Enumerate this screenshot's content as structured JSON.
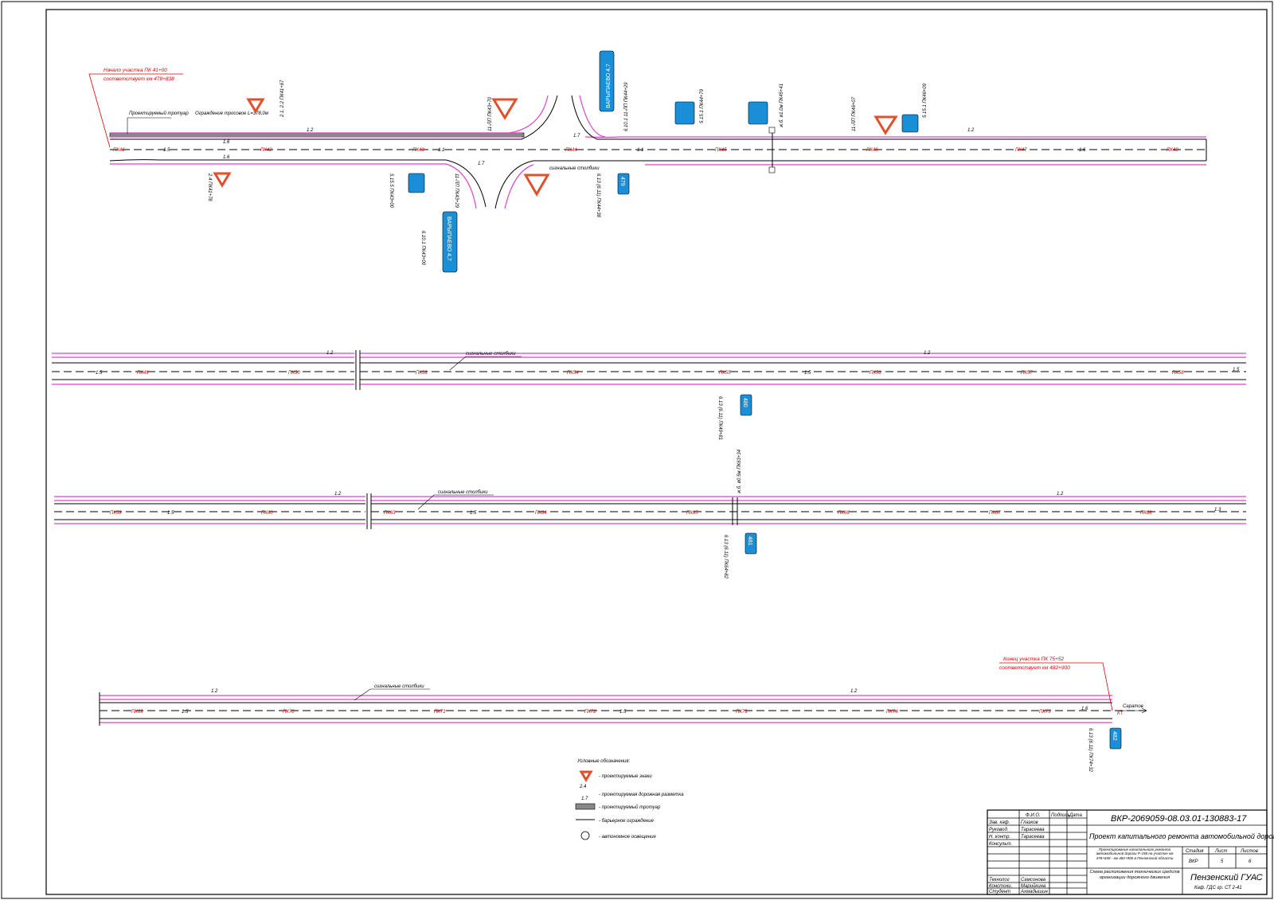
{
  "start_note": {
    "line1": "Начало участка ПК 41+00",
    "line2": "соответствует км 478+838"
  },
  "end_note": {
    "line1": "Конец участка ПК 75+52",
    "line2": "соответствует км 482+900"
  },
  "labels": {
    "sidewalk": "Проектируемый тротуар",
    "barrier_len": "Ограждение тросовое L=378,0м",
    "signal_posts": "сигнальные столбики",
    "direction": "Саратов",
    "kt": "КТ",
    "village": "ВАРЫПАЕВО 4,7",
    "sign_note_1": "2.1, 2.2 ПК41+67",
    "sign_note_2": "11-ЛП ПК43+70",
    "sign_note_3": "6.10.1 11-ЛП ПК44+29",
    "sign_note_4": "5.15.1 ПК44+79",
    "sign_note_5": "ж.б. ø1.0м ПК45+41",
    "sign_note_6": "11-ЛП ПК46+07",
    "sign_note_7": "5.15.1 ПК46+09",
    "sign_note_8": "2.4 ПК41+78",
    "sign_note_9": "5.15.5 ПК43+00",
    "sign_note_10": "11-ЛП ПК43+29",
    "sign_note_11": "6.13 (6.11) ПК44+38",
    "sign_note_12": "6.10.1 ПК43+00",
    "sign_note_13": "6.13 (6.11) ПК49+81",
    "sign_note_14": "ж.б. ø0.5м ПК63+34",
    "sign_note_15": "6.13 (6.11) ПК64+82",
    "sign_note_16": "6.13 (6.11) ПК74+32"
  },
  "km_posts": [
    "479",
    "480",
    "481",
    "482"
  ],
  "rows": [
    {
      "pickets": [
        "ПК41",
        "ПК42",
        "ПК43",
        "ПК44",
        "ПК45",
        "ПК46",
        "ПК47",
        "ПК48"
      ]
    },
    {
      "pickets": [
        "ПК49",
        "ПК50",
        "ПК53",
        "ПК54",
        "ПК55",
        "ПК56",
        "ПК57",
        "ПК58"
      ]
    },
    {
      "pickets": [
        "ПК59",
        "ПК60",
        "ПК63",
        "ПК64",
        "ПК65",
        "ПК66",
        "ПК67",
        "ПК68"
      ]
    },
    {
      "pickets": [
        "ПК69",
        "ПК70",
        "ПК71",
        "ПК72",
        "ПК73",
        "ПК74",
        "ПК75"
      ]
    }
  ],
  "markings": {
    "m11": "1.1",
    "m12": "1.2",
    "m15": "1.5",
    "m16": "1.6",
    "m17": "1.7",
    "m13": "1.3"
  },
  "legend": {
    "title": "Условные обозначения:",
    "items": [
      {
        "label": "- проектируемые знаки",
        "sub": "2.4"
      },
      {
        "label": "- проектируемая дорожная разметка",
        "sub": "1.7"
      },
      {
        "label": "- проектируемый тротуар",
        "sub": ""
      },
      {
        "label": "- барьерное ограждение",
        "sub": ""
      },
      {
        "label": "- автономное освещение",
        "sub": ""
      }
    ]
  },
  "title_block": {
    "code": "ВКР-2069059-08.03.01-130883-17",
    "project": "Проект капитального ремонта автомобильной дороги",
    "headers": [
      "Ф.И.О.",
      "Подпись",
      "Дата"
    ],
    "roles": [
      "Зав. каф.",
      "Руковод.",
      "Н. контр.",
      "Консульт.",
      "Технолог",
      "Констоки.",
      "Студент"
    ],
    "names": [
      "Глазков",
      "Тарасеева",
      "Тарасеева",
      "",
      "Самсонова",
      "Марийкина",
      "Ахмадышин"
    ],
    "description": "Проектирование капитального ремонта автомобильной дороги Р-158 на участке км 478+838 - км 482+900 в Пензенской области",
    "stage_headers": [
      "Стадия",
      "Лист",
      "Листов"
    ],
    "stage_values": [
      "ВКР",
      "5",
      "6"
    ],
    "sheet_title": "Схема расположения технических средств организации дорожного движения",
    "org": "Пензенский ГУАС",
    "dept": "Каф. ГДС гр. СТ 2-41"
  }
}
